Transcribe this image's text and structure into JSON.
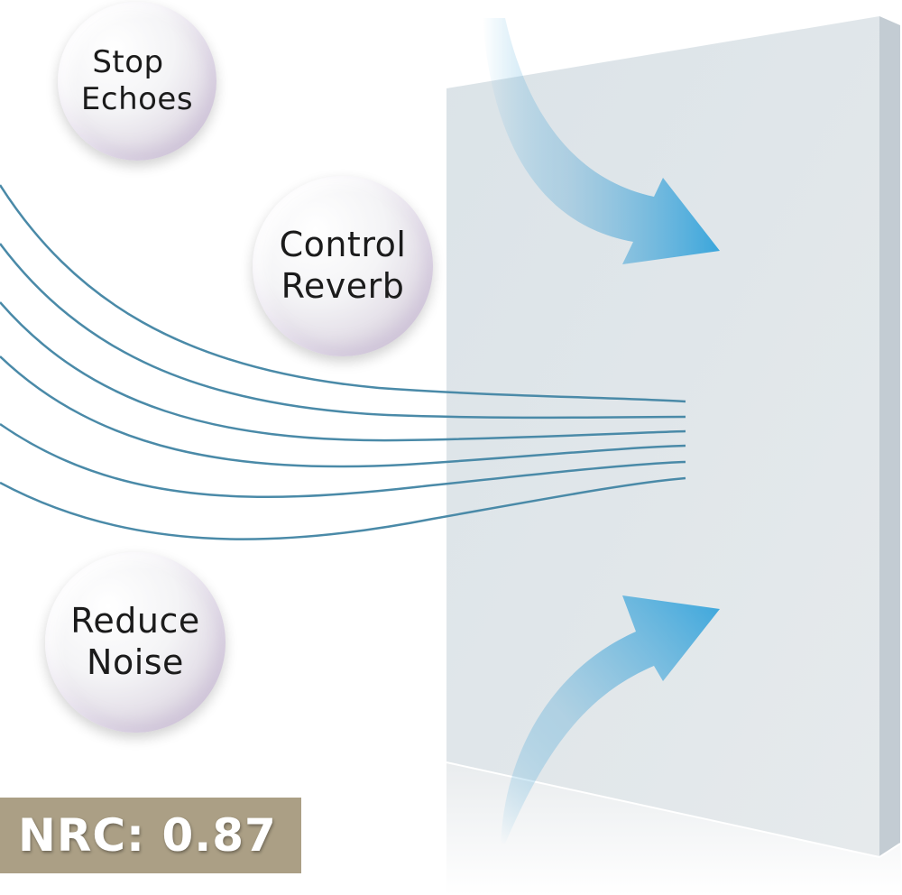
{
  "bubbles": [
    {
      "line1": "Stop",
      "line2": "Echoes"
    },
    {
      "line1": "Control",
      "line2": "Reverb"
    },
    {
      "line1": "Reduce",
      "line2": "Noise"
    }
  ],
  "badge": {
    "text": "NRC: 0.87"
  },
  "colors": {
    "sound_wave": "#4a8aa8",
    "arrow": "#3aa6dc",
    "panel_face": "#dfe6ea",
    "panel_side": "#c3ccd3",
    "badge_bg": "#ab9f85"
  },
  "icons": [
    "sound-wave-lines",
    "curved-arrow-down",
    "curved-arrow-up",
    "acoustic-panel"
  ]
}
